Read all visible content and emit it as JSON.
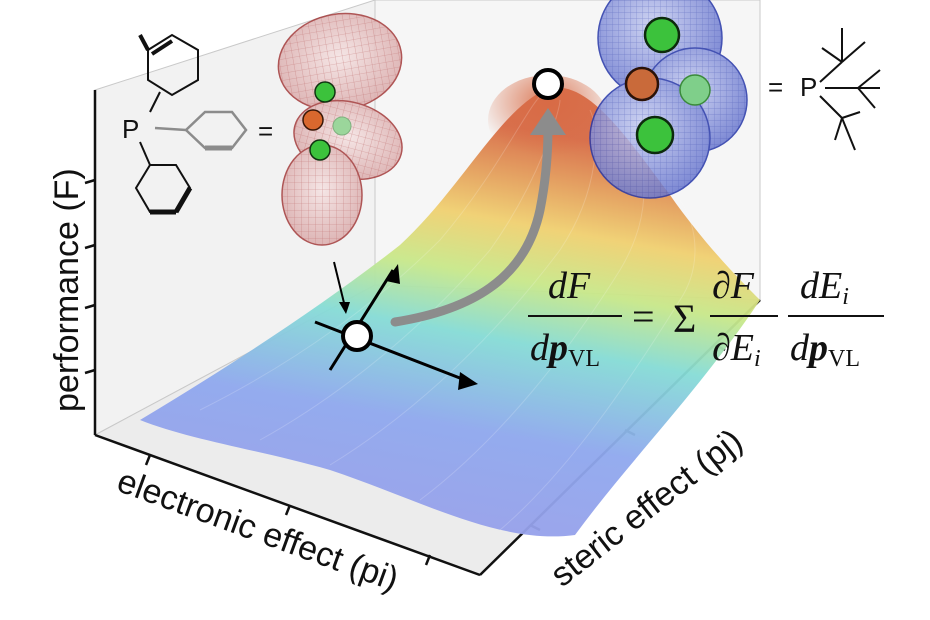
{
  "axes": {
    "y_label": "performance (F)",
    "x_label": "electronic effect (pi)",
    "z_label": "steric effect (pj)"
  },
  "molecules": {
    "left_atom": "P",
    "left_equals": "=",
    "right_atom": "P",
    "right_equals": "="
  },
  "equation": {
    "lhs_num": "dF",
    "lhs_den_d": "d",
    "lhs_den_p": "p",
    "lhs_den_sub": "VL",
    "equals": "=",
    "sum": "Σ",
    "partial_num": "∂F",
    "partial_den": "∂E",
    "partial_den_sub": "i",
    "rhs_num": "dE",
    "rhs_num_sub": "i",
    "rhs_den_d": "d",
    "rhs_den_p": "p",
    "rhs_den_sub": "VL"
  },
  "colors": {
    "surface_low": "#8f8fe6",
    "surface_mid": "#7fd6d2",
    "surface_high": "#d97a4a",
    "red_orbital": "#a33a3a",
    "blue_orbital": "#2f3fb8",
    "green_atom": "#3cc23c",
    "arrow_gray": "#8c8c8c"
  }
}
